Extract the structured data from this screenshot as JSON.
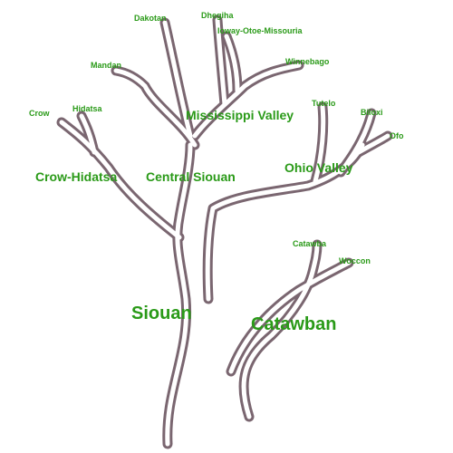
{
  "diagram": {
    "root_label": "Siouan",
    "catawban_label": "Catawban",
    "groups": {
      "crow_hidatsa": "Crow-Hidatsa",
      "central_siouan": "Central Siouan",
      "mississippi_valley": "Mississippi Valley",
      "ohio_valley": "Ohio Valley"
    },
    "languages": {
      "crow": "Crow",
      "hidatsa": "Hidatsa",
      "mandan": "Mandan",
      "dakotan": "Dakotan",
      "dhegiha": "Dhegiha",
      "ioway_otoe_missouria": "Ioway-Otoe-Missouria",
      "winnebago": "Winnebago",
      "tutelo": "Tutelo",
      "biloxi": "Biloxi",
      "ofo": "Ofo",
      "catawba": "Catawba",
      "woccon": "Woccon"
    },
    "colors": {
      "label": "#2a9a18",
      "branch": "#7a6670"
    }
  }
}
